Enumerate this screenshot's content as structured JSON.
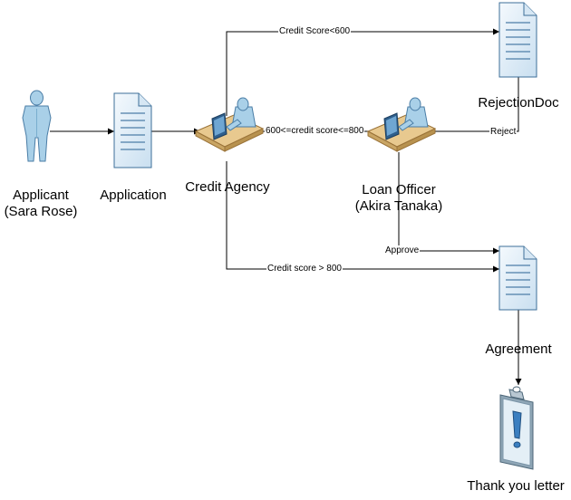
{
  "nodes": {
    "applicant": {
      "name": "Applicant",
      "subname": "(Sara Rose)"
    },
    "application": {
      "name": "Application"
    },
    "credit_agency": {
      "name": "Credit Agency"
    },
    "loan_officer": {
      "name": "Loan Officer",
      "subname": "(Akira Tanaka)"
    },
    "rejection_doc": {
      "name": "RejectionDoc"
    },
    "agreement": {
      "name": "Agreement"
    },
    "thank_you_letter": {
      "name": "Thank you letter"
    }
  },
  "edges": {
    "low_score": "Credit Score<600",
    "mid_score": "600<=credit score<=800",
    "high_score": "Credit score > 800",
    "reject": "Reject",
    "approve": "Approve"
  },
  "colors": {
    "figure": "#a9d0e8",
    "figure_stroke": "#4a7da6",
    "doc_fill": "#e6f1f9",
    "doc_stroke": "#3d6f99",
    "doc_lines": "#4d7ea8",
    "desk": "#e8c98f",
    "desk_stroke": "#9a7338",
    "line": "#000000"
  }
}
